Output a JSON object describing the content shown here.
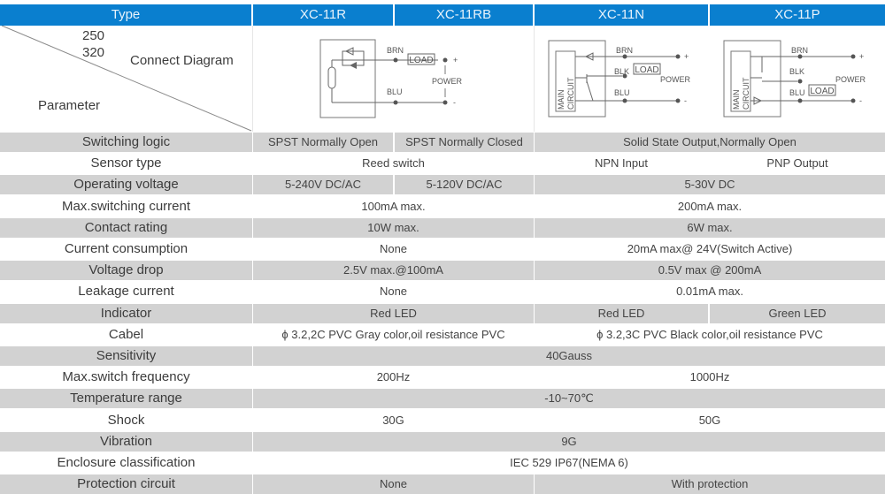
{
  "header": {
    "type_label": "Type",
    "models": [
      "XC-11R",
      "XC-11RB",
      "XC-11N",
      "XC-11P"
    ]
  },
  "corner": {
    "sizes": [
      "250",
      "320"
    ],
    "connect_diagram_label": "Connect Diagram",
    "parameter_label": "Parameter"
  },
  "diagrams": {
    "reed": {
      "brn": "BRN",
      "blu": "BLU",
      "load": "LOAD",
      "power": "POWER",
      "plus": "+",
      "minus": "-"
    },
    "npn": {
      "brn": "BRN",
      "blk": "BLK",
      "blu": "BLU",
      "load": "LOAD",
      "power": "POWER",
      "main": "MAIN",
      "circuit": "CIRCUIT",
      "plus": "+",
      "minus": "-"
    },
    "pnp": {
      "brn": "BRN",
      "blk": "BLK",
      "blu": "BLU",
      "load": "LOAD",
      "power": "POWER",
      "main": "MAIN",
      "circuit": "CIRCUIT",
      "plus": "+",
      "minus": "-"
    }
  },
  "rows": [
    {
      "label": "Switching logic",
      "cells": [
        "SPST Normally Open",
        "SPST Normally Closed",
        "Solid State Output,Normally Open"
      ]
    },
    {
      "label": "Sensor type",
      "cells": [
        "Reed switch",
        "NPN Input",
        "PNP Output"
      ]
    },
    {
      "label": "Operating voltage",
      "cells": [
        "5-240V DC/AC",
        "5-120V DC/AC",
        "5-30V DC"
      ]
    },
    {
      "label": "Max.switching current",
      "cells": [
        "100mA  max.",
        "200mA max."
      ]
    },
    {
      "label": "Contact rating",
      "cells": [
        "10W max.",
        "6W max."
      ]
    },
    {
      "label": "Current consumption",
      "cells": [
        "None",
        "20mA  max@  24V(Switch Active)"
      ]
    },
    {
      "label": "Voltage drop",
      "cells": [
        "2.5V max.@100mA",
        "0.5V max @ 200mA"
      ]
    },
    {
      "label": "Leakage current",
      "cells": [
        "None",
        "0.01mA max."
      ]
    },
    {
      "label": "Indicator",
      "cells": [
        "Red LED",
        "Red LED",
        "Green LED"
      ]
    },
    {
      "label": "Cabel",
      "cells": [
        "ϕ 3.2,2C PVC Gray color,oil resistance PVC",
        "ϕ 3.2,3C PVC Black color,oil resistance PVC"
      ]
    },
    {
      "label": "Sensitivity",
      "cells": [
        "40Gauss"
      ]
    },
    {
      "label": "Max.switch frequency",
      "cells": [
        "200Hz",
        "1000Hz"
      ]
    },
    {
      "label": "Temperature range",
      "cells": [
        "-10~70℃"
      ]
    },
    {
      "label": "Shock",
      "cells": [
        "30G",
        "50G"
      ]
    },
    {
      "label": "Vibration",
      "cells": [
        "9G"
      ]
    },
    {
      "label": "Enclosure classification",
      "cells": [
        "IEC 529 IP67(NEMA 6)"
      ]
    },
    {
      "label": "Protection circuit",
      "cells": [
        "None",
        "With protection"
      ]
    }
  ],
  "colors": {
    "header_blue": "#0a7fcf",
    "row_gray": "#d2d2d2"
  }
}
